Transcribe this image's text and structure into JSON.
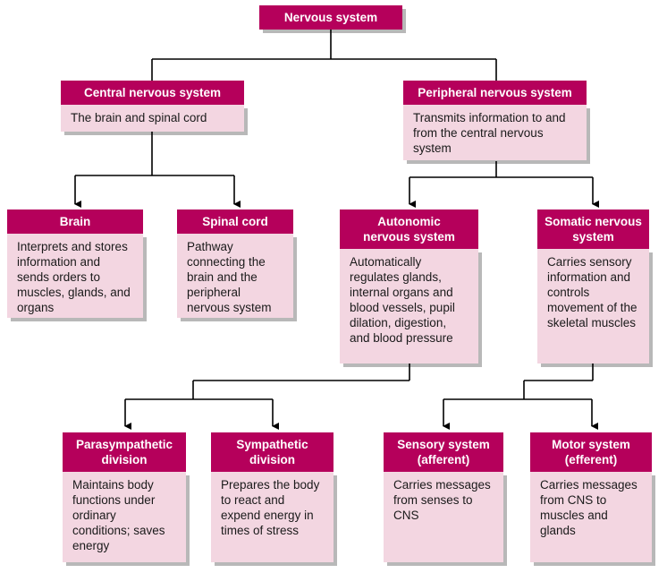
{
  "nodes": {
    "root": {
      "title": "Nervous system"
    },
    "cns": {
      "title": "Central nervous system",
      "desc": "The brain and spinal cord"
    },
    "pns": {
      "title": "Peripheral nervous system",
      "desc": "Transmits information to and from the central nervous system"
    },
    "brain": {
      "title": "Brain",
      "desc": "Interprets and stores information and sends orders to muscles, glands, and organs"
    },
    "spinal": {
      "title": "Spinal cord",
      "desc": "Pathway connecting the brain and the peripheral nervous system"
    },
    "autonomic": {
      "title": "Autonomic nervous system",
      "desc": "Automatically regulates glands, internal organs and blood vessels, pupil dilation, digestion, and blood pressure"
    },
    "somatic": {
      "title": "Somatic nervous system",
      "desc": "Carries sensory information and controls movement of the skeletal muscles"
    },
    "parasympathetic": {
      "title": "Parasympathetic division",
      "desc": "Maintains body functions under ordinary conditions; saves energy"
    },
    "sympathetic": {
      "title": "Sympathetic division",
      "desc": "Prepares the body to react and expend energy in times of stress"
    },
    "sensory": {
      "title": "Sensory system (afferent)",
      "desc": "Carries messages from senses to CNS"
    },
    "motor": {
      "title": "Motor system (efferent)",
      "desc": "Carries messages from CNS to muscles and glands"
    }
  },
  "colors": {
    "header": "#b5005b",
    "body": "#f3d6e1",
    "line": "#000000"
  }
}
